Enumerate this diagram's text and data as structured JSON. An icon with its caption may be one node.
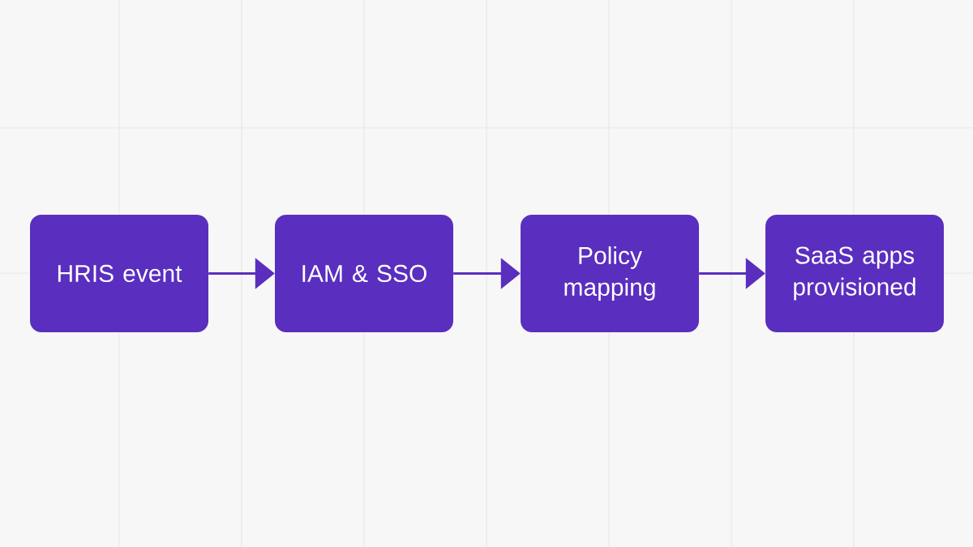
{
  "diagram": {
    "nodes": [
      {
        "text": [
          "HRIS event"
        ]
      },
      {
        "text": [
          "IAM & SSO"
        ]
      },
      {
        "text": [
          "Policy mapping"
        ]
      },
      {
        "text": [
          "SaaS apps provisioned"
        ]
      }
    ],
    "edges": [
      {
        "from": 0,
        "to": 1,
        "arrow": "to"
      },
      {
        "from": 1,
        "to": 2,
        "arrow": "to"
      },
      {
        "from": 2,
        "to": 3,
        "arrow": "to"
      }
    ]
  }
}
